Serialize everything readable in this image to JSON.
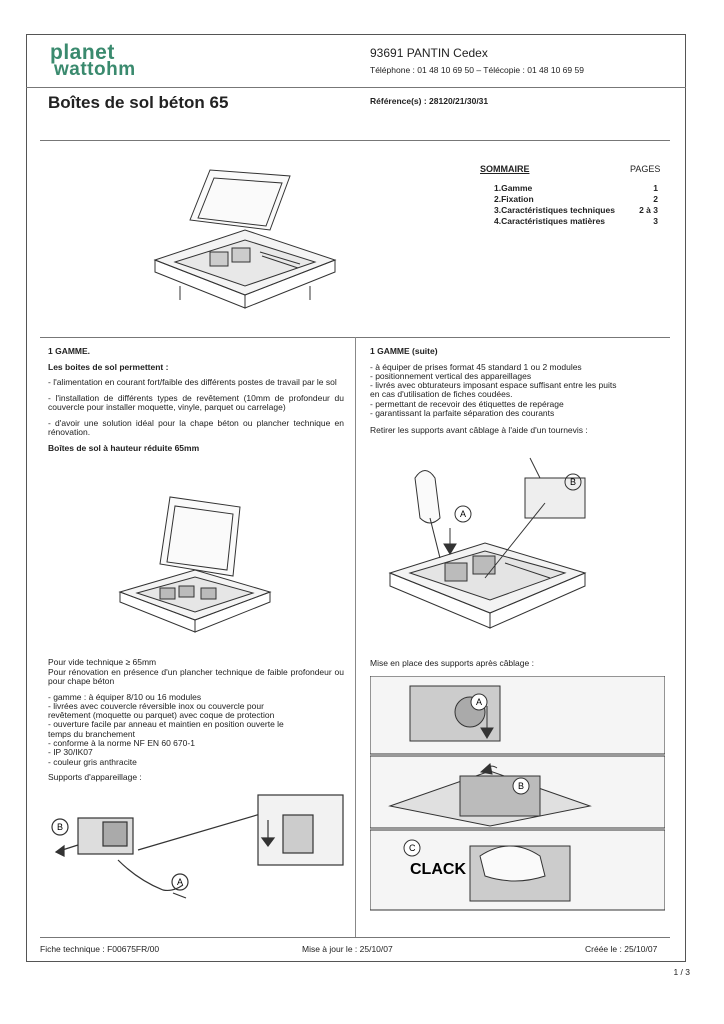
{
  "header": {
    "logo_line1": "planet",
    "logo_line2": "wattohm",
    "address": "93691 PANTIN Cedex",
    "phone": "Téléphone : 01 48 10 69 50 – Télécopie : 01 48 10 69 59",
    "title": "Boîtes de sol béton 65",
    "reference": "Référence(s) : 28120/21/30/31"
  },
  "toc": {
    "heading": "SOMMAIRE",
    "pages_heading": "PAGES",
    "items": [
      {
        "label": "1.Gamme",
        "page": "1"
      },
      {
        "label": "2.Fixation",
        "page": "2"
      },
      {
        "label": "3.Caractéristiques techniques",
        "page": "2 à 3"
      },
      {
        "label": "4.Caractéristiques matières",
        "page": "3"
      }
    ]
  },
  "left": {
    "section_title": "1 GAMME.",
    "subtitle": "Les boites de sol permettent :",
    "p1": "- l'alimentation en courant fort/faible des différents postes de travail par le sol",
    "p2": "- l'installation de différents types de revêtement (10mm de profondeur du couvercle pour installer moquette, vinyle, parquet ou carrelage)",
    "p3": "- d'avoir une solution idéal pour la chape béton ou plancher technique en rénovation.",
    "subtitle2": "Boîtes de sol à hauteur réduite 65mm",
    "p4": "Pour vide technique ≥ 65mm",
    "p5": "Pour rénovation en présence d'un plancher technique de faible profondeur ou pour chape béton",
    "list": [
      "- gamme : à équiper 8/10 ou 16 modules",
      "- livrées avec couvercle réversible inox ou couvercle pour",
      "revêtement (moquette ou parquet) avec coque de protection",
      "- ouverture facile par anneau et maintien en position ouverte le",
      "temps du branchement",
      "- conforme à la norme NF EN 60 670-1",
      "- IP 30/IK07",
      "- couleur gris anthracite"
    ],
    "supports_label": "Supports d'appareillage :",
    "label_a": "A",
    "label_b": "B"
  },
  "right": {
    "section_title": "1 GAMME (suite)",
    "list": [
      "- à équiper de prises format 45 standard 1 ou 2 modules",
      "- positionnement vertical des appareillages",
      "- livrés avec obturateurs imposant espace suffisant entre les puits",
      "en cas d'utilisation de fiches coudées.",
      "- permettant de recevoir des étiquettes de repérage",
      "- garantissant la parfaite séparation des courants"
    ],
    "p_remove": "Retirer les supports avant câblage à l'aide d'un tournevis :",
    "p_place": "Mise en place des supports après câblage :",
    "label_a": "A",
    "label_b": "B",
    "label_c": "C",
    "clack": "CLACK"
  },
  "footer": {
    "sheet": "Fiche technique : F00675FR/00",
    "updated": "Mise à jour le : 25/10/07",
    "created": "Créée le : 25/10/07",
    "page": "1 / 3"
  }
}
